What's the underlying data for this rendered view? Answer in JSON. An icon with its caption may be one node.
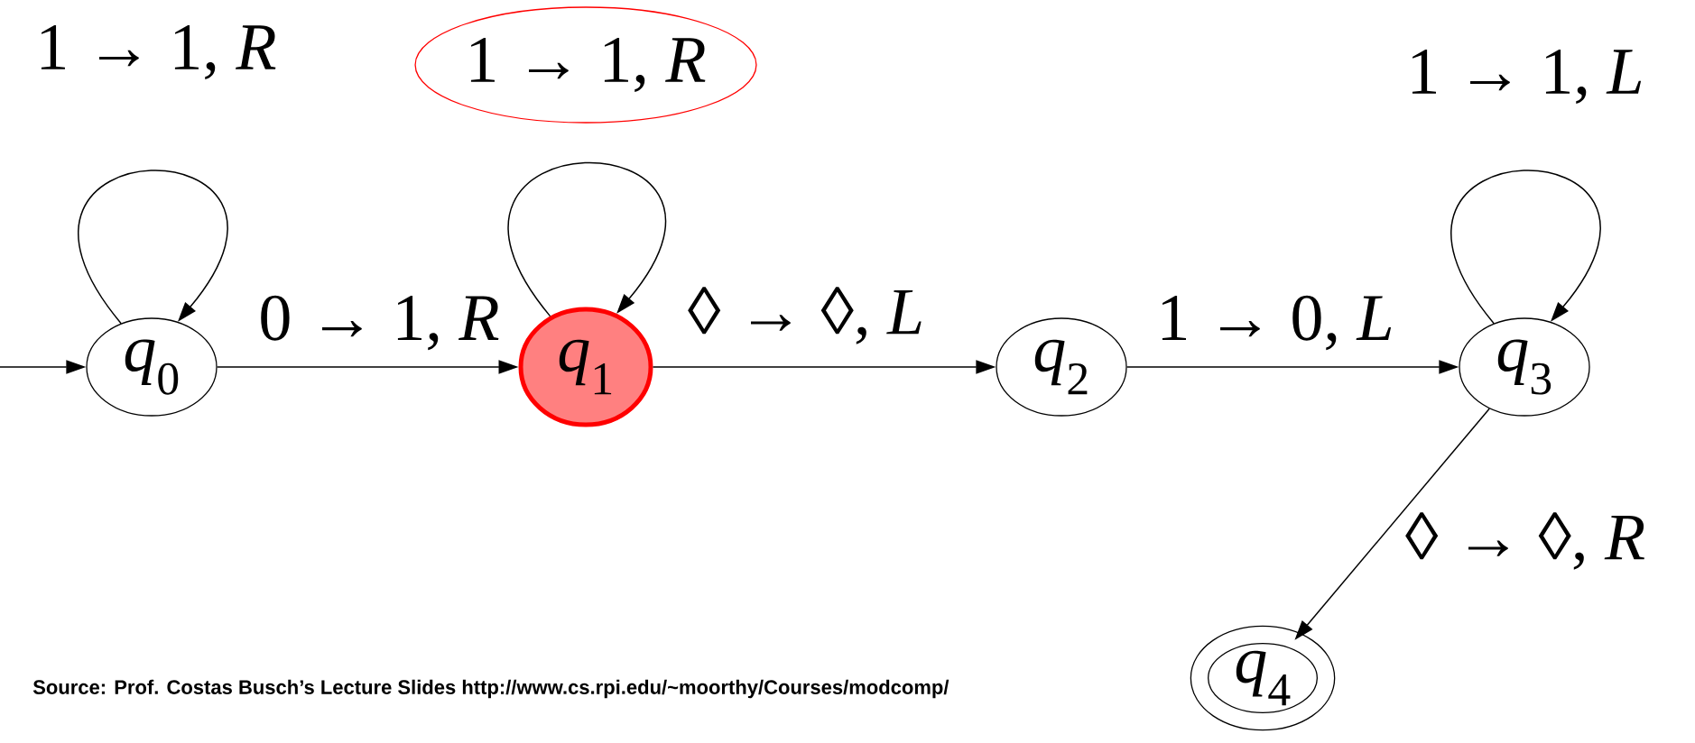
{
  "diagram": {
    "nodes": [
      {
        "text": [
          "*q*$_{0}$"
        ]
      },
      {
        "text": [
          "*q*$_{1}$"
        ]
      },
      {
        "text": [
          "*q*$_{2}$"
        ]
      },
      {
        "text": [
          "*q*$_{3}$"
        ]
      },
      {
        "text": [
          "*q*$_{4}$"
        ]
      },
      {
        "text": [
          "1 → 1, *R*"
        ]
      }
    ],
    "edges": [
      {
        "from": null,
        "to": 0,
        "arrow": "to"
      },
      {
        "from": 0,
        "to": 0,
        "arrow": "to",
        "label": "1 → 1, *R*"
      },
      {
        "from": 0,
        "to": 1,
        "arrow": "to",
        "label": "0 → 1, *R*"
      },
      {
        "from": 1,
        "to": 1,
        "arrow": "to"
      },
      {
        "from": 1,
        "to": 2,
        "arrow": "to",
        "label": "◊ → ◊, *L*"
      },
      {
        "from": 2,
        "to": 3,
        "arrow": "to",
        "label": "1 → 0, *L*"
      },
      {
        "from": 3,
        "to": 3,
        "arrow": "to",
        "label": "1 → 1, *L*"
      },
      {
        "from": 3,
        "to": 4,
        "arrow": "to",
        "label": "◊ → ◊, *R*"
      }
    ],
    "labels": [
      "Source: Prof. Costas Busch’s Lecture Slides http://www.cs.rpi.edu/~moorthy/Courses/modcomp/"
    ]
  }
}
